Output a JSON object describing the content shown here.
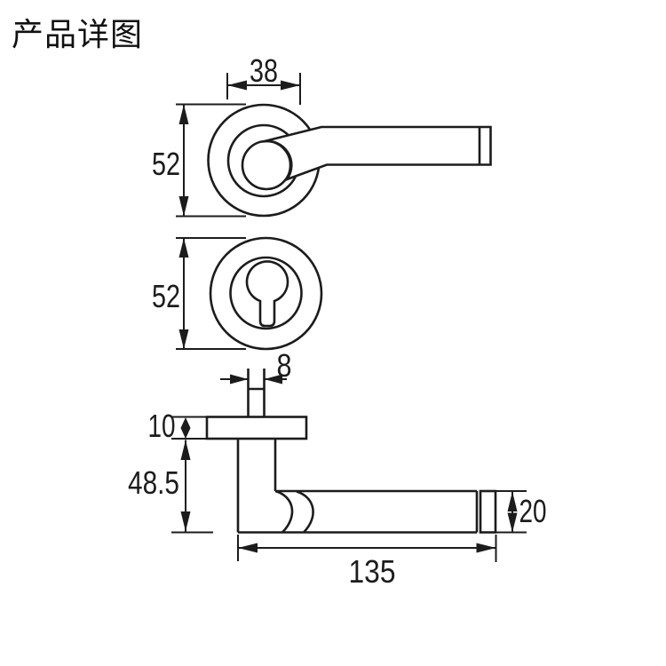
{
  "page": {
    "title": "产品详图"
  },
  "colors": {
    "line": "#1c1c1c",
    "background": "#ffffff"
  },
  "dims": {
    "rose_boss": {
      "value": "38",
      "view": "front-view",
      "measures": "rose boss diameter"
    },
    "rose_front": {
      "value": "52",
      "view": "front-view",
      "measures": "rose outer diameter"
    },
    "escutcheon": {
      "value": "52",
      "view": "escutcheon-view",
      "measures": "escutcheon outer diameter"
    },
    "spindle": {
      "value": "8",
      "view": "side-view",
      "measures": "spindle width"
    },
    "rose_thickness": {
      "value": "10",
      "view": "side-view",
      "measures": "rose thickness"
    },
    "neck_height": {
      "value": "48.5",
      "view": "side-view",
      "measures": "handle neck height"
    },
    "grip": {
      "value": "20",
      "view": "side-view",
      "measures": "grip diameter"
    },
    "length": {
      "value": "135",
      "view": "side-view",
      "measures": "lever overall length"
    }
  }
}
